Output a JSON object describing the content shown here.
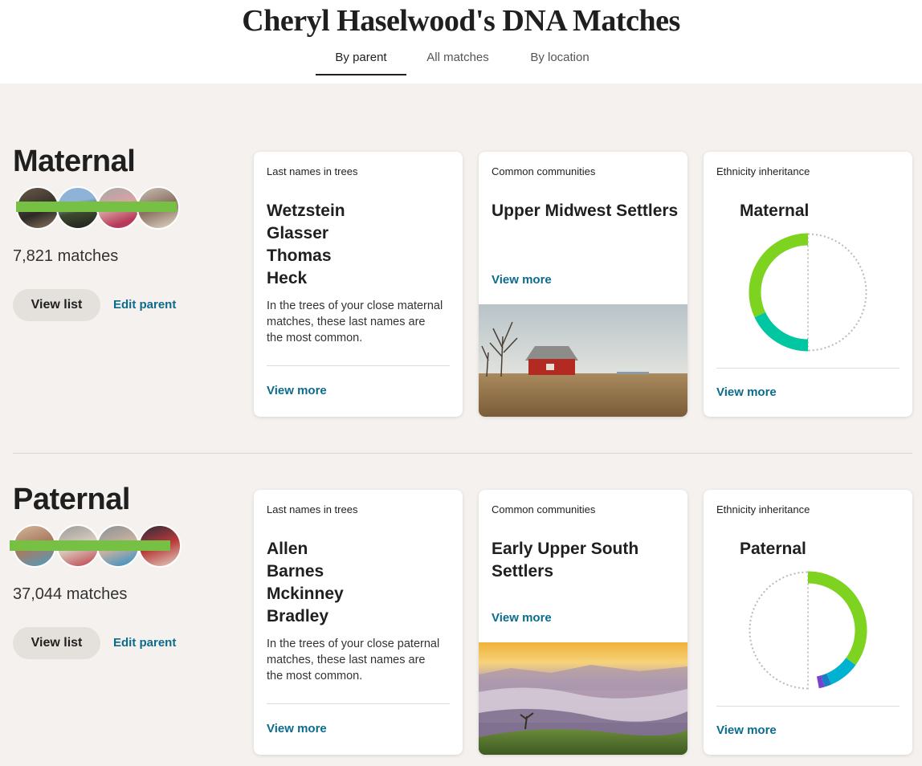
{
  "header": {
    "title": "Cheryl Haselwood's DNA Matches",
    "tabs": [
      {
        "label": "By parent",
        "active": true
      },
      {
        "label": "All matches",
        "active": false
      },
      {
        "label": "By location",
        "active": false
      }
    ]
  },
  "colors": {
    "link": "#0b6b8c",
    "donut_green": "#7ed321",
    "donut_teal": "#00c6a2",
    "donut_cyan": "#00b2d1",
    "donut_blue": "#1a7fc1",
    "donut_purple": "#7b3fd1",
    "redaction": "#76c043"
  },
  "maternal": {
    "title": "Maternal",
    "match_count": "7,821 matches",
    "view_list": "View list",
    "edit_parent": "Edit parent",
    "last_names": {
      "label": "Last names in trees",
      "names": [
        "Wetzstein",
        "Glasser",
        "Thomas",
        "Heck"
      ],
      "description": "In the trees of your close maternal matches, these last names are the most common.",
      "view_more": "View more"
    },
    "community": {
      "label": "Common communities",
      "name": "Upper Midwest Settlers",
      "view_more": "View more",
      "image": "red barn in prairie field"
    },
    "ethnicity": {
      "label": "Ethnicity inheritance",
      "title": "Maternal",
      "view_more": "View more",
      "segments": [
        {
          "name": "green",
          "fraction": 0.32
        },
        {
          "name": "teal",
          "fraction": 0.18
        }
      ]
    }
  },
  "paternal": {
    "title": "Paternal",
    "match_count": "37,044 matches",
    "view_list": "View list",
    "edit_parent": "Edit parent",
    "last_names": {
      "label": "Last names in trees",
      "names": [
        "Allen",
        "Barnes",
        "Mckinney",
        "Bradley"
      ],
      "description": "In the trees of your close paternal matches, these last names are the most common.",
      "view_more": "View more"
    },
    "community": {
      "label": "Common communities",
      "name": "Early Upper South Settlers",
      "view_more": "View more",
      "image": "misty mountain sunrise"
    },
    "ethnicity": {
      "label": "Ethnicity inheritance",
      "title": "Paternal",
      "view_more": "View more",
      "segments": [
        {
          "name": "green",
          "fraction": 0.35
        },
        {
          "name": "cyan",
          "fraction": 0.085
        },
        {
          "name": "blue",
          "fraction": 0.02
        },
        {
          "name": "purple",
          "fraction": 0.015
        }
      ]
    }
  }
}
